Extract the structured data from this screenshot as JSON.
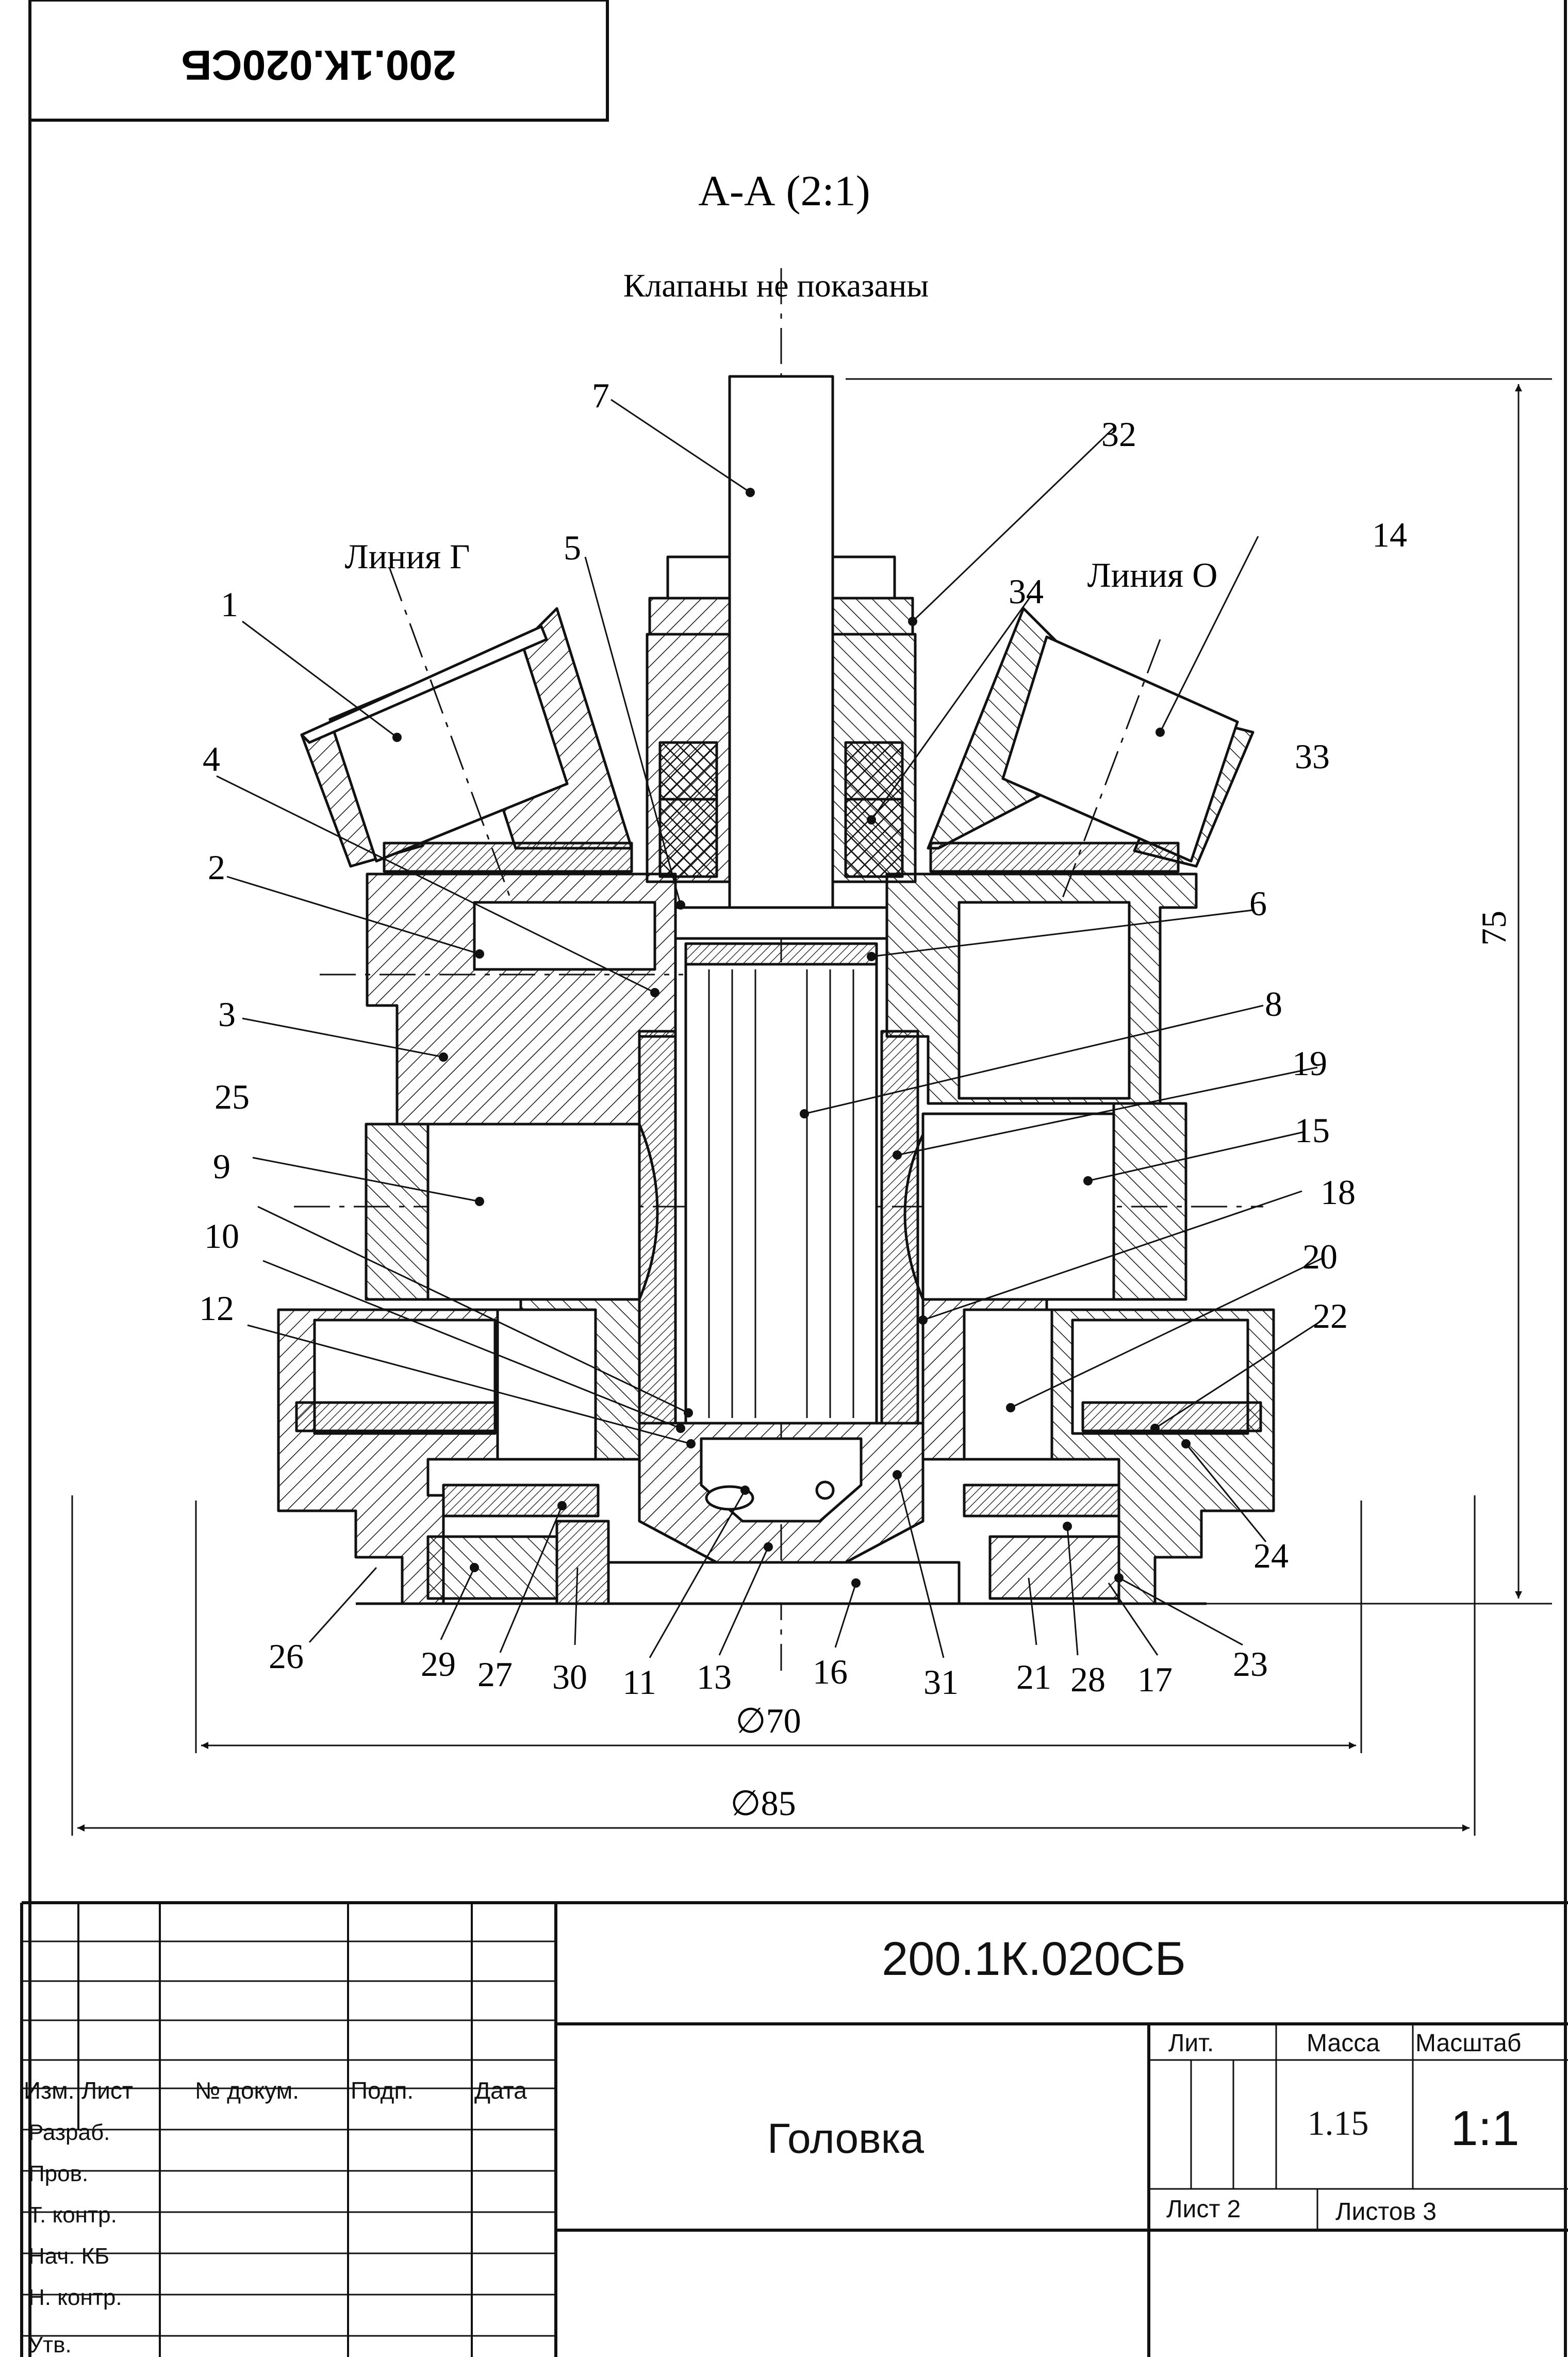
{
  "stamp": {
    "code": "200.1К.020СБ"
  },
  "view": {
    "section_title": "А-А (2:1)",
    "note": "Клапаны не показаны"
  },
  "lines": {
    "left": "Линия Г",
    "right": "Линия О"
  },
  "dimensions": {
    "height": "75",
    "inner_diameter": "∅70",
    "outer_diameter": "∅85"
  },
  "callouts": [
    "1",
    "2",
    "3",
    "4",
    "5",
    "6",
    "7",
    "8",
    "9",
    "10",
    "11",
    "12",
    "13",
    "14",
    "15",
    "16",
    "17",
    "18",
    "19",
    "20",
    "21",
    "22",
    "23",
    "24",
    "25",
    "26",
    "27",
    "28",
    "29",
    "30",
    "31",
    "32",
    "33",
    "34"
  ],
  "title_block": {
    "code": "200.1К.020СБ",
    "name": "Головка",
    "columns": {
      "izm": "Изм.",
      "list": "Лист",
      "doc": "№ докум.",
      "sign": "Подп.",
      "date": "Дата"
    },
    "rows": [
      "Разраб.",
      "Пров.",
      "Т. контр.",
      "Нач. КБ",
      "Н. контр.",
      "Утв."
    ],
    "lit_label": "Лит.",
    "mass_label": "Масса",
    "mass_value": "1.15",
    "scale_label": "Масштаб",
    "scale_value": "1:1",
    "sheet": "Лист 2",
    "sheets": "Листов 3"
  }
}
